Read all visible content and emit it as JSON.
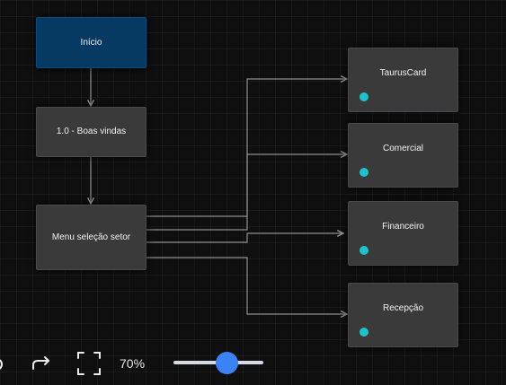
{
  "flow": {
    "nodes": {
      "inicio": "Início",
      "boas_vindas": "1.0 - Boas vindas",
      "menu": "Menu seleção setor",
      "tauruscard": "TaurusCard",
      "comercial": "Comercial",
      "financeiro": "Financeiro",
      "recepcao": "Recepção"
    }
  },
  "toolbar": {
    "zoom_label": "70%",
    "zoom_level": 0.7,
    "icons": [
      "undo-icon",
      "redo-icon",
      "fit-view-icon"
    ]
  },
  "colors": {
    "canvas": "#0f0f10",
    "node": "#3a3a3b",
    "start_node": "#063a63",
    "edge": "#9a9a9a",
    "dot": "#1cc3c9",
    "slider_thumb": "#3b82f6"
  }
}
